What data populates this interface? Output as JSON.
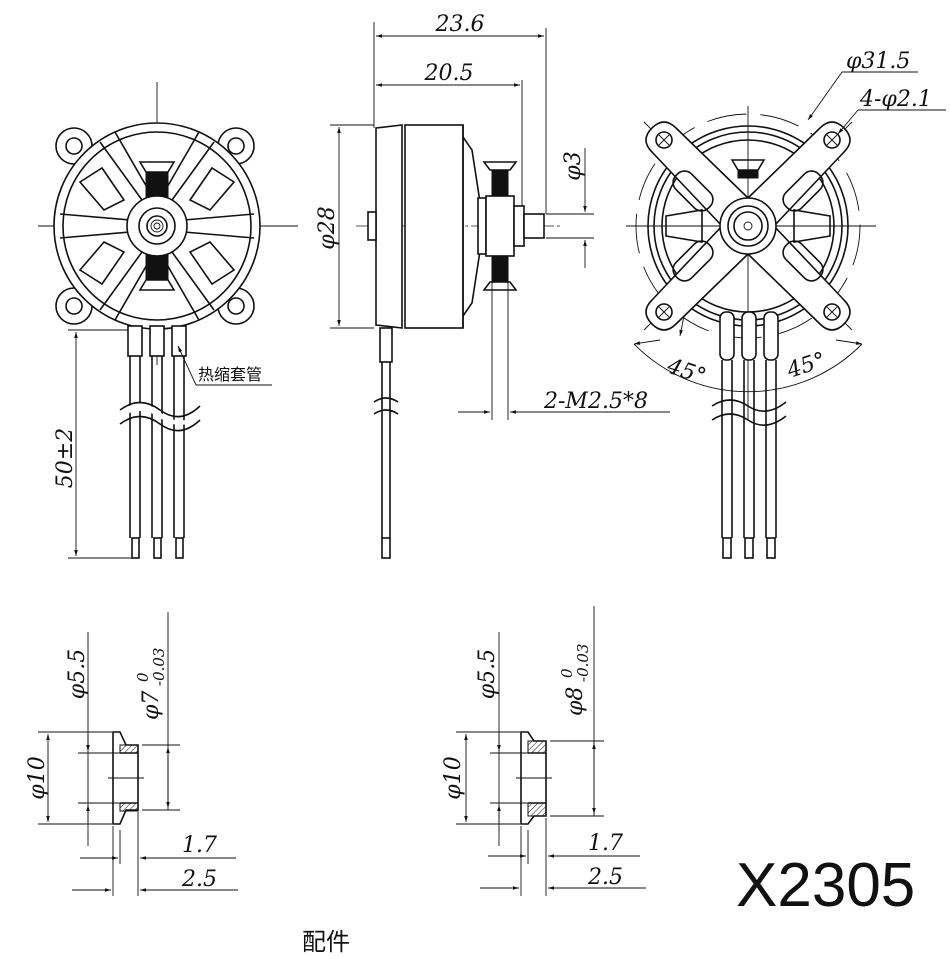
{
  "title": "X2305 brushless motor dimension drawing",
  "model": "X2305",
  "accessories_label": "配件",
  "front_view": {
    "heat_shrink_label": "热缩套管",
    "lead_length": "50±2"
  },
  "side_view": {
    "overall_length": "23.6",
    "body_length": "20.5",
    "body_diameter": "φ28",
    "shaft_diameter": "φ3",
    "screws": "2-M2.5*8"
  },
  "rear_view": {
    "bolt_circle": "φ31.5",
    "mount_holes": "4-φ2.1",
    "angle_left": "45°",
    "angle_right": "45°"
  },
  "accessory_1": {
    "inner_diameter": "φ5.5",
    "outer_diameter": "φ10",
    "step_diameter": "φ7",
    "tol_upper": "0",
    "tol_lower": "-0.03",
    "flange_thickness": "1.7",
    "total_thickness": "2.5"
  },
  "accessory_2": {
    "inner_diameter": "φ5.5",
    "outer_diameter": "φ10",
    "step_diameter": "φ8",
    "tol_upper": "0",
    "tol_lower": "-0.03",
    "flange_thickness": "1.7",
    "total_thickness": "2.5"
  }
}
